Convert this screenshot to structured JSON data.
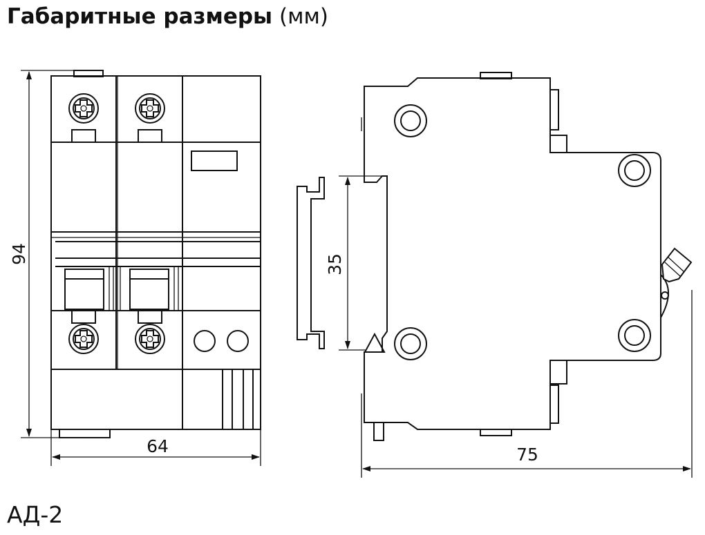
{
  "header": {
    "title_bold": "Габаритные размеры",
    "title_unit": "(мм)"
  },
  "dimensions": {
    "height": "94",
    "width": "64",
    "rail": "35",
    "depth": "75"
  },
  "model": "АД-2"
}
